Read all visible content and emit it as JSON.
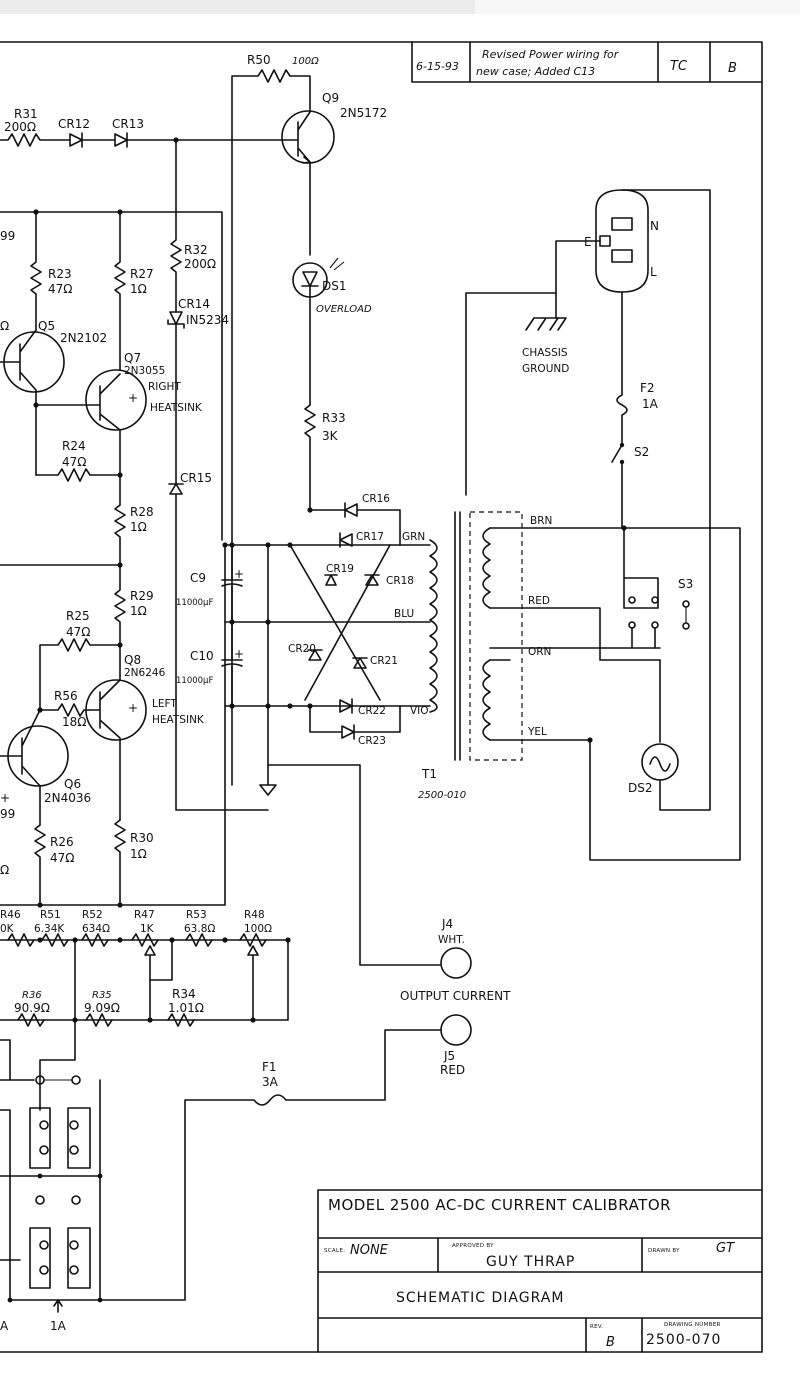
{
  "revision_block": {
    "date": "6-15-93",
    "description_line1": "Revised Power wiring for",
    "description_line2": "new case; Added C13",
    "by": "TC",
    "rev": "B"
  },
  "components": {
    "r50": {
      "ref": "R50",
      "value": "100Ω"
    },
    "q9": {
      "ref": "Q9",
      "part": "2N5172"
    },
    "r31": {
      "ref": "R31",
      "value": "200Ω"
    },
    "cr12": {
      "ref": "CR12"
    },
    "cr13": {
      "ref": "CR13"
    },
    "r32": {
      "ref": "R32",
      "value": "200Ω"
    },
    "cr14": {
      "ref": "CR14",
      "part": "IN5234"
    },
    "r23": {
      "ref": "R23",
      "value": "47Ω"
    },
    "r27": {
      "ref": "R27",
      "value": "1Ω"
    },
    "q5": {
      "ref": "Q5",
      "part": "2N2102"
    },
    "q7": {
      "ref": "Q7",
      "part": "2N3055",
      "note1": "RIGHT",
      "note2": "HEATSINK"
    },
    "r24": {
      "ref": "R24",
      "value": "47Ω"
    },
    "cr15": {
      "ref": "CR15"
    },
    "r28": {
      "ref": "R28",
      "value": "1Ω"
    },
    "r29": {
      "ref": "R29",
      "value": "1Ω"
    },
    "r25": {
      "ref": "R25",
      "value": "47Ω"
    },
    "q8": {
      "ref": "Q8",
      "part": "2N6246",
      "note1": "LEFT",
      "note2": "HEATSINK"
    },
    "r56": {
      "ref": "R56",
      "value": "18Ω"
    },
    "q6": {
      "ref": "Q6",
      "part": "2N4036"
    },
    "r26": {
      "ref": "R26",
      "value": "47Ω"
    },
    "r30": {
      "ref": "R30",
      "value": "1Ω"
    },
    "c9": {
      "ref": "C9",
      "value": "11000µF"
    },
    "c10": {
      "ref": "C10",
      "value": "11000µF"
    },
    "ds1": {
      "ref": "DS1",
      "note": "OVERLOAD"
    },
    "r33": {
      "ref": "R33",
      "value": "3K"
    },
    "cr16": {
      "ref": "CR16"
    },
    "cr17": {
      "ref": "CR17"
    },
    "cr18": {
      "ref": "CR18"
    },
    "cr19": {
      "ref": "CR19"
    },
    "cr20": {
      "ref": "CR20"
    },
    "cr21": {
      "ref": "CR21"
    },
    "cr22": {
      "ref": "CR22"
    },
    "cr23": {
      "ref": "CR23"
    },
    "t1": {
      "ref": "T1",
      "part": "2500-010"
    },
    "f1": {
      "ref": "F1",
      "value": "3A"
    },
    "f2": {
      "ref": "F2",
      "value": "1A"
    },
    "s2": {
      "ref": "S2"
    },
    "s3": {
      "ref": "S3"
    },
    "ds2": {
      "ref": "DS2"
    },
    "r46": {
      "ref": "R46",
      "value": "0K"
    },
    "r51": {
      "ref": "R51",
      "value": "6.34K"
    },
    "r52": {
      "ref": "R52",
      "value": "634Ω"
    },
    "r47": {
      "ref": "R47",
      "value": "1K"
    },
    "r53": {
      "ref": "R53",
      "value": "63.8Ω"
    },
    "r48": {
      "ref": "R48",
      "value": "100Ω"
    },
    "r36": {
      "ref": "R36",
      "value": "90.9Ω"
    },
    "r35": {
      "ref": "R35",
      "value": "9.09Ω"
    },
    "r34": {
      "ref": "R34",
      "value": "1.01Ω"
    }
  },
  "wire_labels": {
    "grn": "GRN",
    "blu": "BLU",
    "vio": "VIO",
    "brn": "BRN",
    "red": "RED",
    "orn": "ORN",
    "yel": "YEL",
    "plug_n": "N",
    "plug_l": "L",
    "plug_e": "E",
    "chassis1": "CHASSIS",
    "chassis2": "GROUND"
  },
  "connectors": {
    "j4_ref": "J4",
    "j4_color": "WHT.",
    "j5_ref": "J5",
    "j5_color": "RED",
    "output_label": "OUTPUT CURRENT",
    "range_label": "1A"
  },
  "partial_labels": {
    "top_left": "99",
    "mid_left": "99",
    "omega1": "Ω",
    "omega2": "Ω",
    "bottom_left": "A"
  },
  "title_block": {
    "title": "MODEL 2500 AC-DC CURRENT CALIBRATOR",
    "scale_label": "SCALE:",
    "scale_value": "NONE",
    "approved_label": "APPROVED BY",
    "approved_value": "GUY THRAP",
    "drawn_label": "DRAWN BY",
    "drawn_value": "GT",
    "sheet_title": "SCHEMATIC DIAGRAM",
    "rev_label": "REV.",
    "rev_value": "B",
    "drawing_number_label": "DRAWING NUMBER",
    "drawing_number": "2500-070"
  }
}
